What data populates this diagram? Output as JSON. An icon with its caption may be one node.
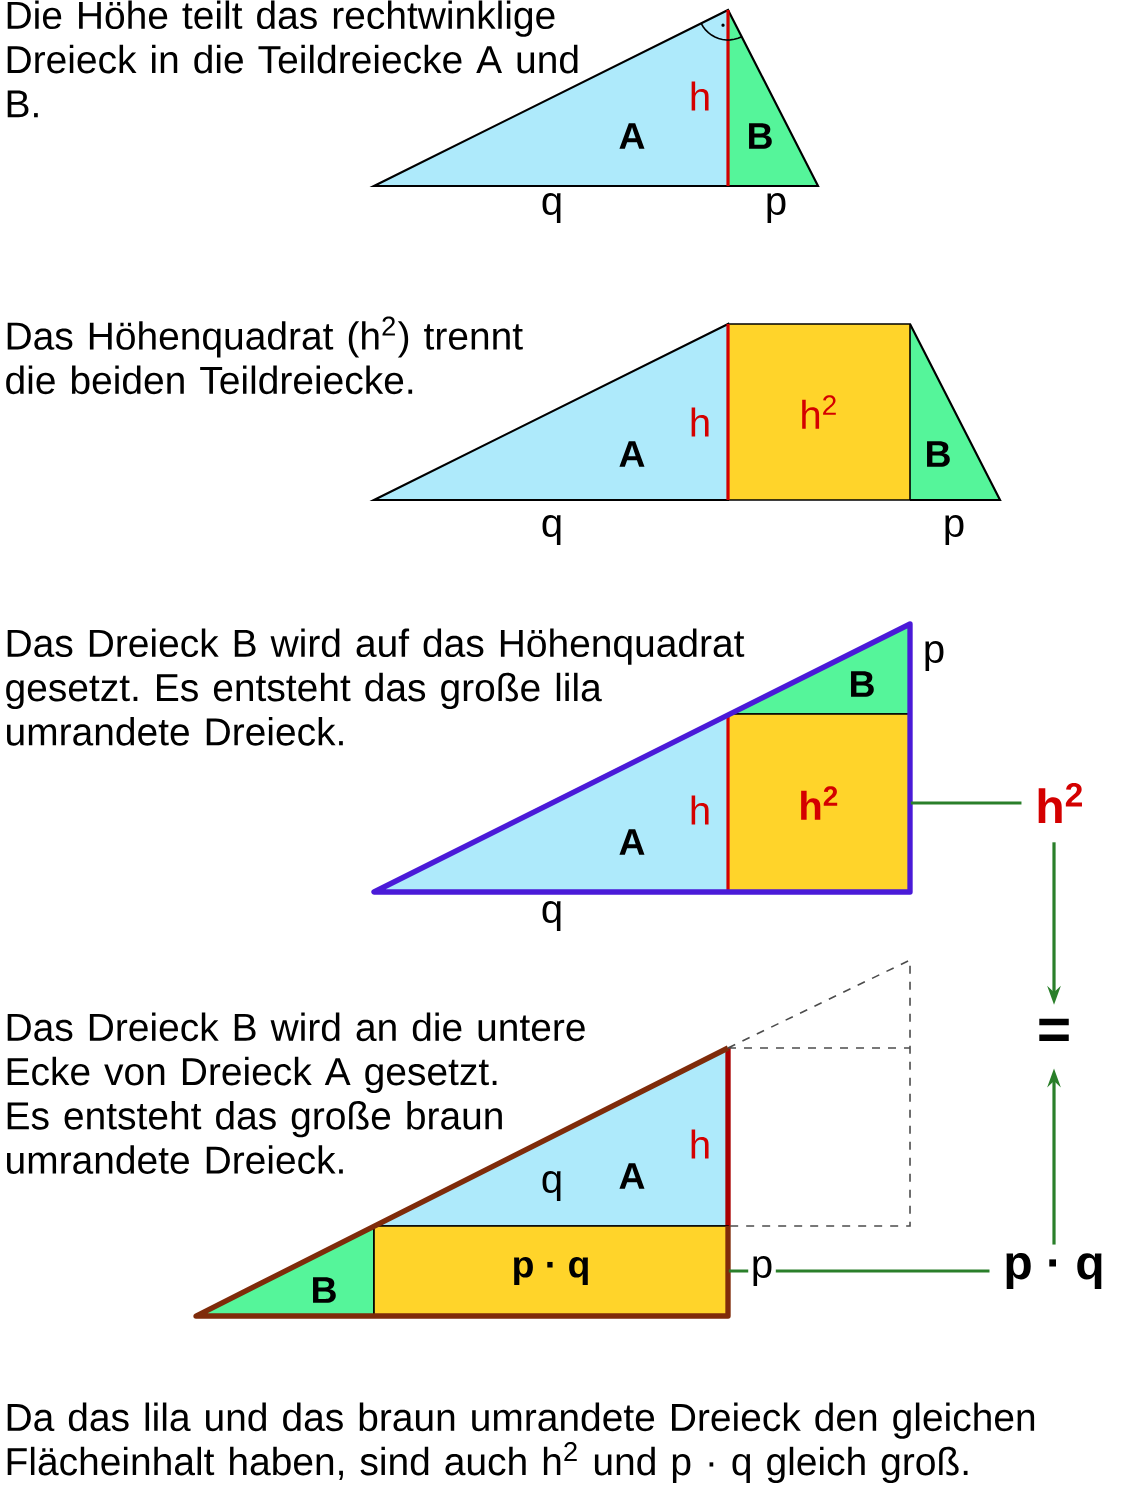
{
  "diagram": {
    "nodes": [
      {
        "text": [
          "h$^{2}$"
        ]
      },
      {
        "text": [
          "h$^{2}$"
        ]
      },
      {
        "text": [
          "h$^{2}$"
        ]
      },
      {
        "text": [
          "="
        ]
      },
      {
        "text": [
          "p · q"
        ]
      },
      {
        "text": [
          "p · q"
        ]
      }
    ],
    "edges": [
      {
        "from": 1,
        "to": 2,
        "arrow": "none"
      },
      {
        "from": 2,
        "to": 3,
        "arrow": "to"
      },
      {
        "from": 5,
        "to": 3,
        "arrow": "to"
      },
      {
        "from": 4,
        "to": 5,
        "arrow": "none"
      }
    ],
    "labels": [
      "Die Höhe teilt das rechtwinklige Dreieck in die Teildreiecke A und B.",
      "h",
      "A",
      "B",
      "q",
      "p",
      "Das Höhenquadrat (h$^{2}$) trennt die beiden Teildreiecke.",
      "h",
      "A",
      "B",
      "q",
      "p",
      "Das Dreieck B wird auf das Höhenquadrat gesetzt. Es entsteht das große lila umrandete Dreieck.",
      "p",
      "B",
      "h",
      "A",
      "q",
      "Das Dreieck B wird an die untere Ecke von Dreieck A gesetzt. Es entsteht das große braun umrandete Dreieck.",
      "h",
      "q",
      "A",
      "B",
      "p",
      "Da das lila und das braun umrandete Dreieck den gleichen Flächeinhalt haben, sind auch h$^{2}$ und p · q gleich groß."
    ]
  }
}
